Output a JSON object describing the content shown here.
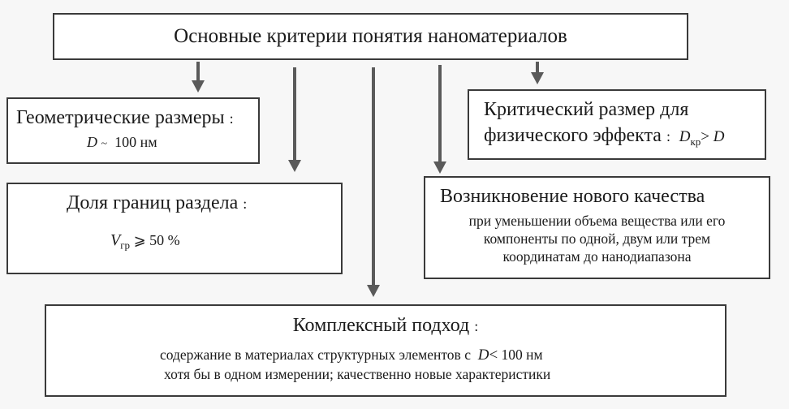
{
  "top": {
    "title": "Основные критерии понятия наноматериалов"
  },
  "geom": {
    "title": "Геометрические размеры",
    "colon": ":",
    "var": "D",
    "sym": "~",
    "value": "100 нм"
  },
  "dolya": {
    "title": "Доля границ раздела",
    "colon": ":",
    "var": "V",
    "sub": "гр",
    "sym": "⩾",
    "value": "50 %"
  },
  "crit": {
    "line1": "Критический размер для",
    "line2": "физического эффекта",
    "colon": ":",
    "var": "D",
    "sub": "кр",
    "sym": ">",
    "var2": "D"
  },
  "voz": {
    "title": "Возникновение нового качества",
    "line1": "при уменьшении объема вещества или его",
    "line2": "компоненты по одной, двум или трем",
    "line3": "координатам до нанодиапазона"
  },
  "komp": {
    "title": "Комплексный подход",
    "colon": ":",
    "line1": "содержание в материалах структурных элементов с",
    "var": "D",
    "sym": "<",
    "value": "100 нм",
    "line2": "хотя бы в одном измерении; качественно новые характеристики"
  }
}
